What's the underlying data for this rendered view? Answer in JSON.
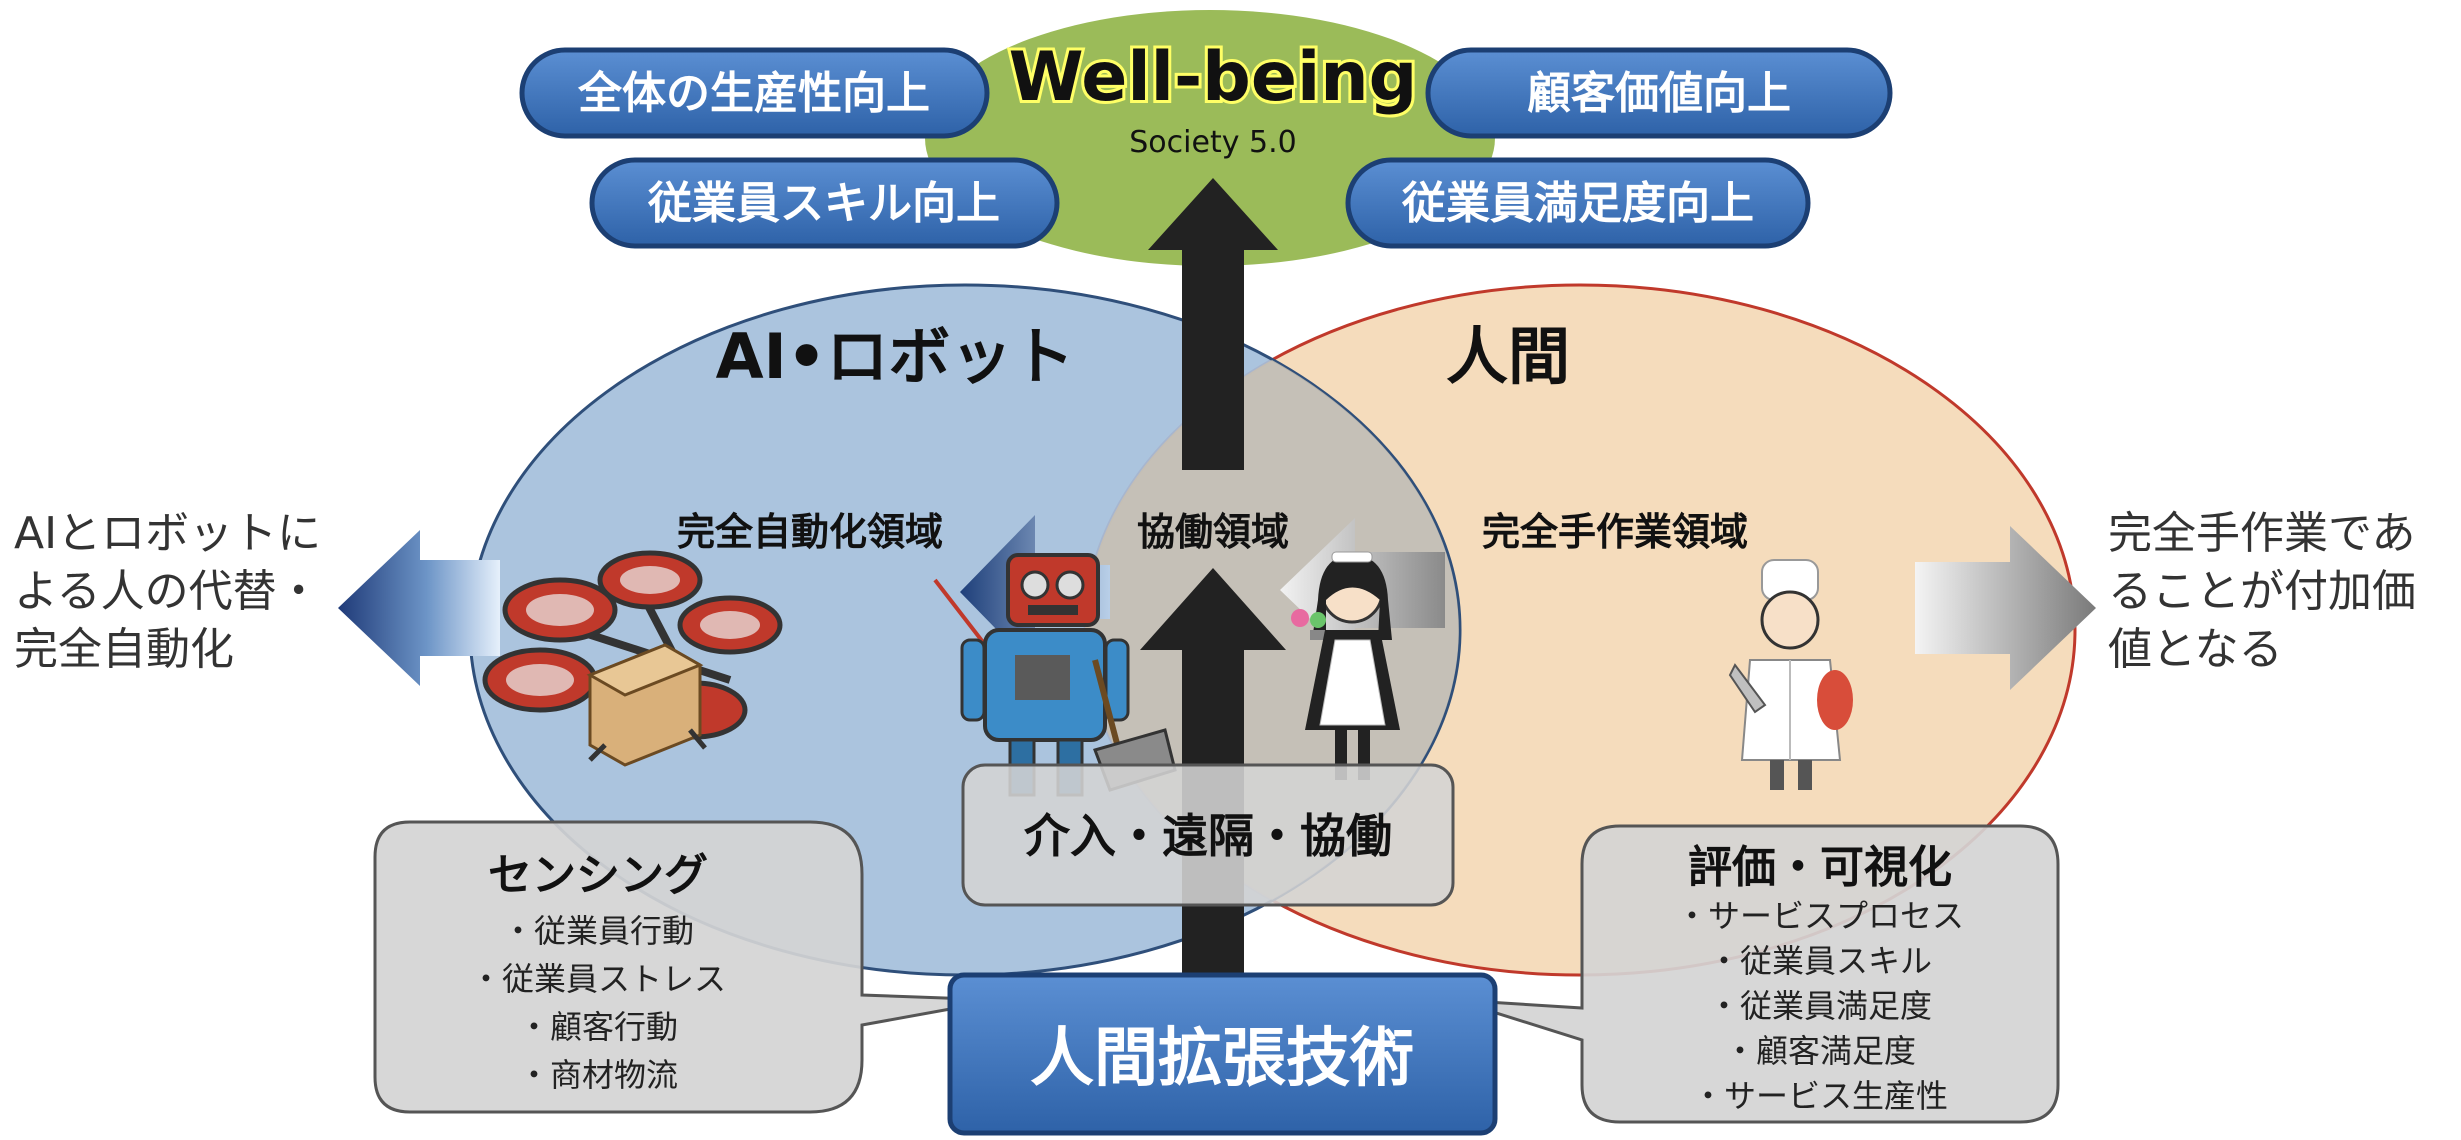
{
  "wellbeing": {
    "title": "Well-being",
    "subtitle": "Society 5.0"
  },
  "goals": [
    "全体の生産性向上",
    "顧客価値向上",
    "従業員スキル向上",
    "従業員満足度向上"
  ],
  "ai_robot": {
    "title": "AI•ロボット",
    "region": "完全自動化領域"
  },
  "human": {
    "title": "人間",
    "region": "完全手作業領域"
  },
  "collab": {
    "region": "協働領域"
  },
  "left_note": "AIとロボットに\nよる人の代替・\n完全自動化",
  "right_note": "完全手作業であ\nることが付加価\n値となる",
  "intervention": "介入・遠隔・協働",
  "sensing": {
    "title": "センシング",
    "items": [
      "・従業員行動",
      "・従業員ストレス",
      "・顧客行動",
      "・商材物流"
    ]
  },
  "evaluation": {
    "title": "評価・可視化",
    "items": [
      "・サービスプロセス",
      "・従業員スキル",
      "・従業員満足度",
      "・顧客満足度",
      "・サービス生産性"
    ]
  },
  "core": "人間拡張技術",
  "colors": {
    "green": "#9bbb59",
    "blue_circle": "#a5bfdc",
    "peach_circle": "#f5dcbc",
    "red_border": "#c0392b",
    "pill_blue": "#4077c0",
    "arrow": "#222222",
    "callout_gray": "#d4d4d4"
  },
  "icons": [
    "drone-icon",
    "robot-icon",
    "maid-icon",
    "chef-icon"
  ]
}
